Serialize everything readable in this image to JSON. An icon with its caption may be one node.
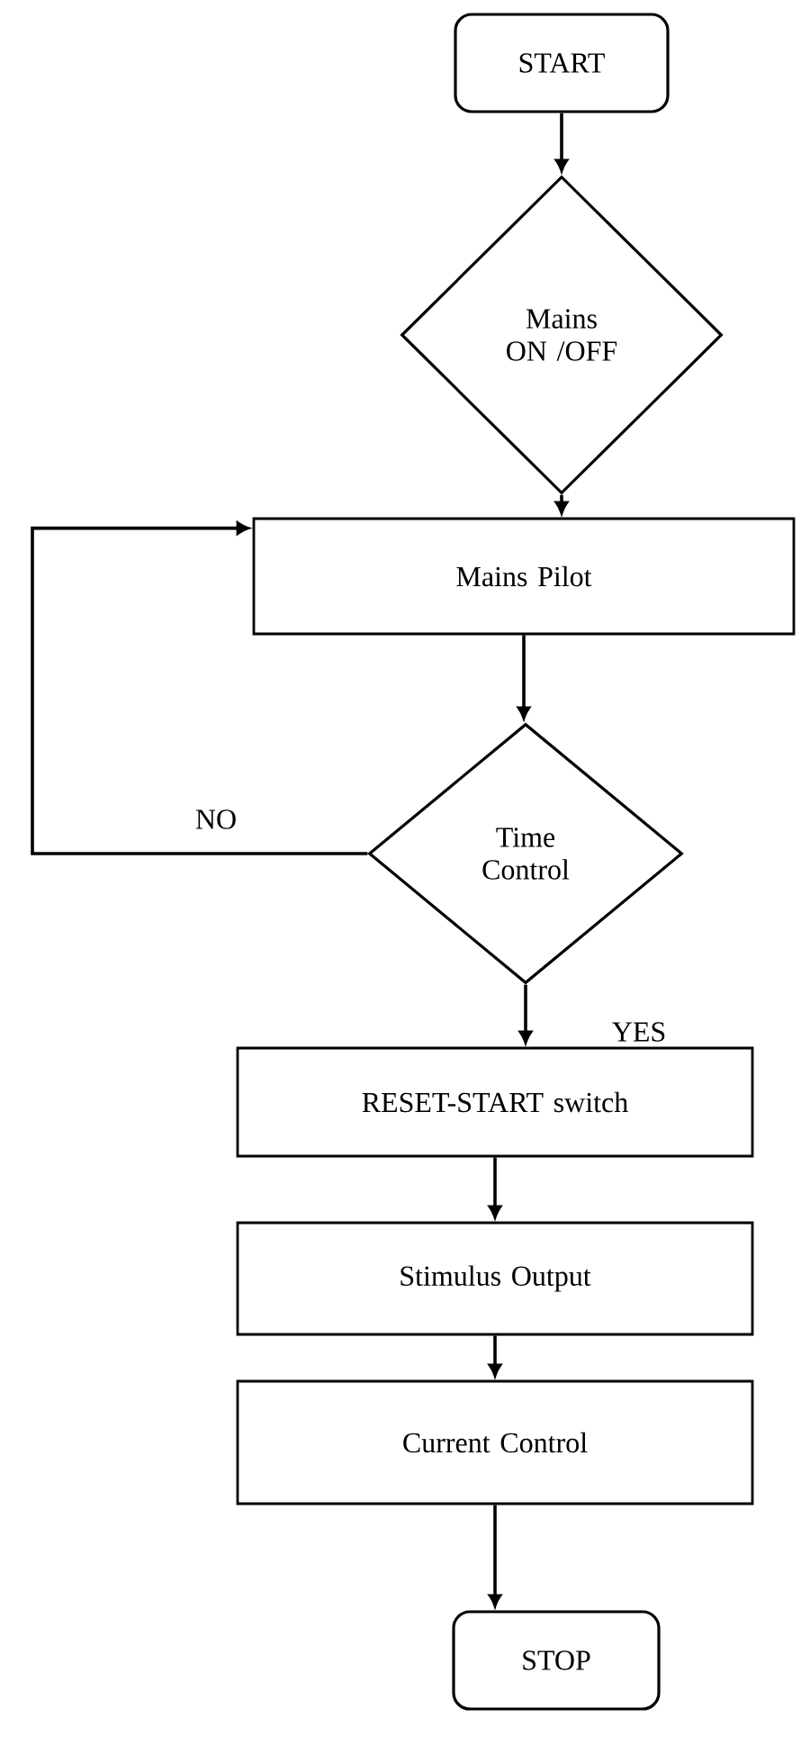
{
  "diagram": {
    "nodes": [
      {
        "text": [
          "START"
        ]
      },
      {
        "text": [
          "Mains ON /OFF"
        ]
      },
      {
        "text": [
          "Mains Pilot"
        ]
      },
      {
        "text": [
          "Time Control"
        ]
      },
      {
        "text": [
          "RESET-START switch"
        ]
      },
      {
        "text": [
          "Stimulus Output"
        ]
      },
      {
        "text": [
          "Current Control"
        ]
      },
      {
        "text": [
          "STOP"
        ]
      }
    ],
    "edges": [
      {
        "from": 0,
        "to": 1,
        "arrow": "to"
      },
      {
        "from": 1,
        "to": 2,
        "arrow": "to"
      },
      {
        "from": 2,
        "to": 3,
        "arrow": "to"
      },
      {
        "from": 3,
        "to": 4,
        "arrow": "to",
        "label": "YES"
      },
      {
        "from": 4,
        "to": 5,
        "arrow": "to"
      },
      {
        "from": 5,
        "to": 6,
        "arrow": "to"
      },
      {
        "from": 6,
        "to": 7,
        "arrow": "to"
      },
      {
        "from": 3,
        "to": 2,
        "arrow": "to",
        "label": "NO"
      }
    ]
  }
}
